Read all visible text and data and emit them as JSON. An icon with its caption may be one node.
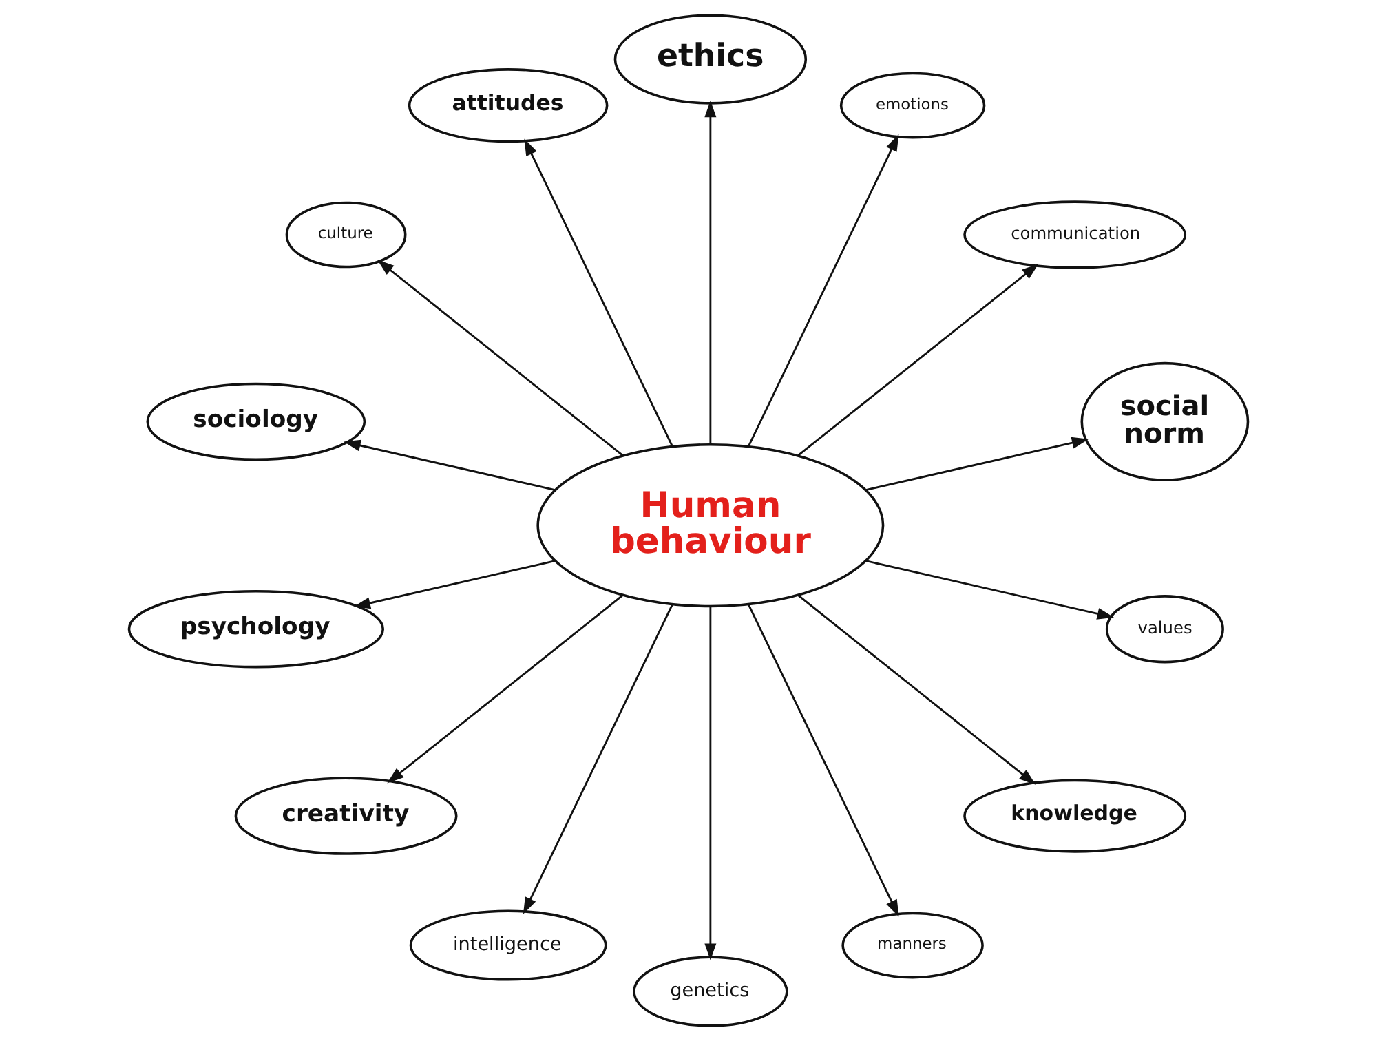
{
  "diagram": {
    "nodes": [
      {
        "text": [
          "Human behaviour"
        ]
      },
      {
        "text": [
          "culture"
        ]
      },
      {
        "text": [
          "attitudes"
        ]
      },
      {
        "text": [
          "ethics"
        ]
      },
      {
        "text": [
          "emotions"
        ]
      },
      {
        "text": [
          "sociology"
        ]
      },
      {
        "text": [
          "communication"
        ]
      },
      {
        "text": [
          "social norm"
        ]
      },
      {
        "text": [
          "psychology"
        ]
      },
      {
        "text": [
          "values"
        ]
      },
      {
        "text": [
          "creativity"
        ]
      },
      {
        "text": [
          "intelligence"
        ]
      },
      {
        "text": [
          "manners"
        ]
      },
      {
        "text": [
          "knowledge"
        ]
      },
      {
        "text": [
          "genetics"
        ]
      }
    ],
    "edges": [
      {
        "from": 0,
        "to": 1,
        "arrow": "to"
      },
      {
        "from": 0,
        "to": 2,
        "arrow": "to"
      },
      {
        "from": 0,
        "to": 3,
        "arrow": "to"
      },
      {
        "from": 0,
        "to": 4,
        "arrow": "to"
      },
      {
        "from": 0,
        "to": 6,
        "arrow": "to"
      },
      {
        "from": 0,
        "to": 7,
        "arrow": "to"
      },
      {
        "from": 0,
        "to": 9,
        "arrow": "to"
      },
      {
        "from": 0,
        "to": 13,
        "arrow": "to"
      },
      {
        "from": 0,
        "to": 12,
        "arrow": "to"
      },
      {
        "from": 0,
        "to": 14,
        "arrow": "to"
      },
      {
        "from": 0,
        "to": 11,
        "arrow": "to"
      },
      {
        "from": 0,
        "to": 10,
        "arrow": "to"
      },
      {
        "from": 0,
        "to": 8,
        "arrow": "to"
      },
      {
        "from": 0,
        "to": 5,
        "arrow": "to"
      }
    ]
  }
}
